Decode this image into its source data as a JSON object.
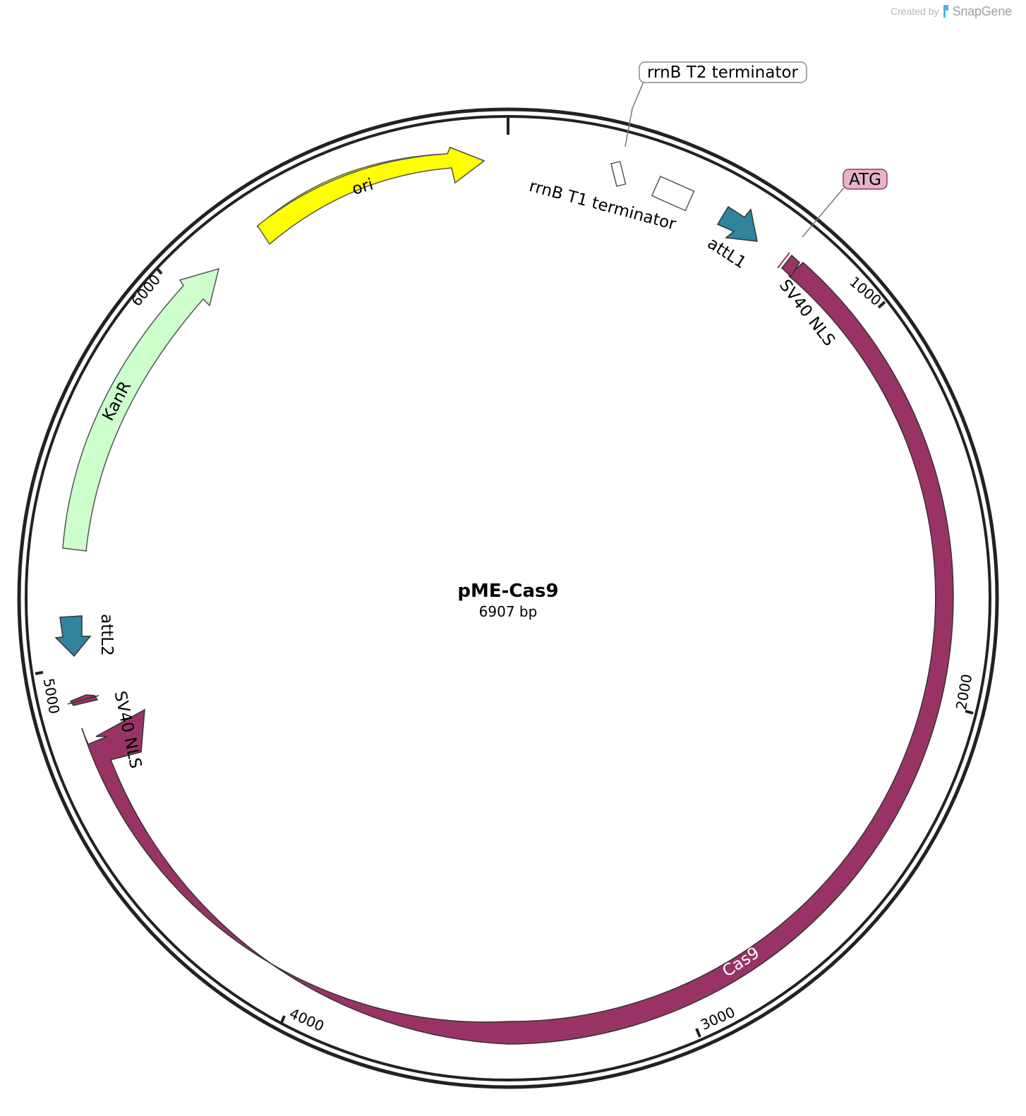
{
  "watermark": {
    "created_by": "Created by",
    "brand": "SnapGene",
    "brand_color": "#4fb3e8"
  },
  "plasmid": {
    "name": "pME-Cas9",
    "length_label": "6907 bp",
    "length_bp": 6907
  },
  "ticks": [
    {
      "bp": 0,
      "label": ""
    },
    {
      "bp": 1000,
      "label": "1000"
    },
    {
      "bp": 2000,
      "label": "2000"
    },
    {
      "bp": 3000,
      "label": "3000"
    },
    {
      "bp": 4000,
      "label": "4000"
    },
    {
      "bp": 5000,
      "label": "5000"
    },
    {
      "bp": 6000,
      "label": "6000"
    }
  ],
  "features": {
    "ori": {
      "label": "ori",
      "color": "#ffff00"
    },
    "kanr": {
      "label": "KanR",
      "color": "#ccffcc"
    },
    "cas9": {
      "label": "Cas9",
      "color": "#993366"
    },
    "attl1": {
      "label": "attL1",
      "color": "#31849b"
    },
    "attl2": {
      "label": "attL2",
      "color": "#31849b"
    },
    "sv40_nls_1": {
      "label": "SV40 NLS",
      "color": "#993366"
    },
    "sv40_nls_2": {
      "label": "SV40 NLS",
      "color": "#993366"
    },
    "rrnb_t1": {
      "label": "rrnB T1 terminator",
      "color": "#ffffff"
    },
    "rrnb_t2": {
      "label": "rrnB T2 terminator",
      "color": "#ffffff"
    },
    "atg": {
      "label": "ATG",
      "color": "#e6b3c8"
    }
  }
}
